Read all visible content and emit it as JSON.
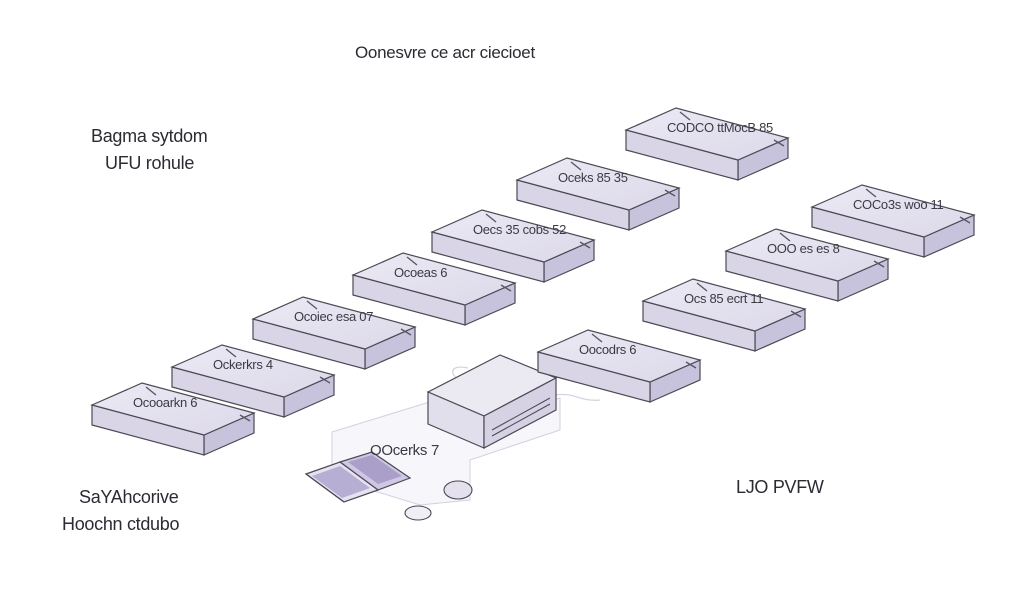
{
  "diagram": {
    "title": "Oonesvre ce acr ciecioet",
    "left_note": {
      "line1": "Bagma sytdom",
      "line2": "UFU rohule"
    },
    "bottom_left_note": {
      "line1": "SaYAhcorive",
      "line2": "Hoochn ctdubo"
    },
    "bottom_right_note": "LJO PVFW",
    "upper_row": [
      {
        "label": "Ocooarkn 6"
      },
      {
        "label": "Ockerkrs 4"
      },
      {
        "label": "Ocoiec esa 07"
      },
      {
        "label": "Ocoeas 6"
      },
      {
        "label": "Oecs 35 cobs 52"
      },
      {
        "label": "Oceks 85 35"
      },
      {
        "label": "CODCO ttMocB 85"
      }
    ],
    "lower_row": [
      {
        "label": "Oocodrs 6"
      },
      {
        "label": "Ocs 85 ecrt 11"
      },
      {
        "label": "OOO es es 8"
      },
      {
        "label": "COCo3s woo 11"
      }
    ],
    "workstation_label": "OOcerks 7"
  }
}
